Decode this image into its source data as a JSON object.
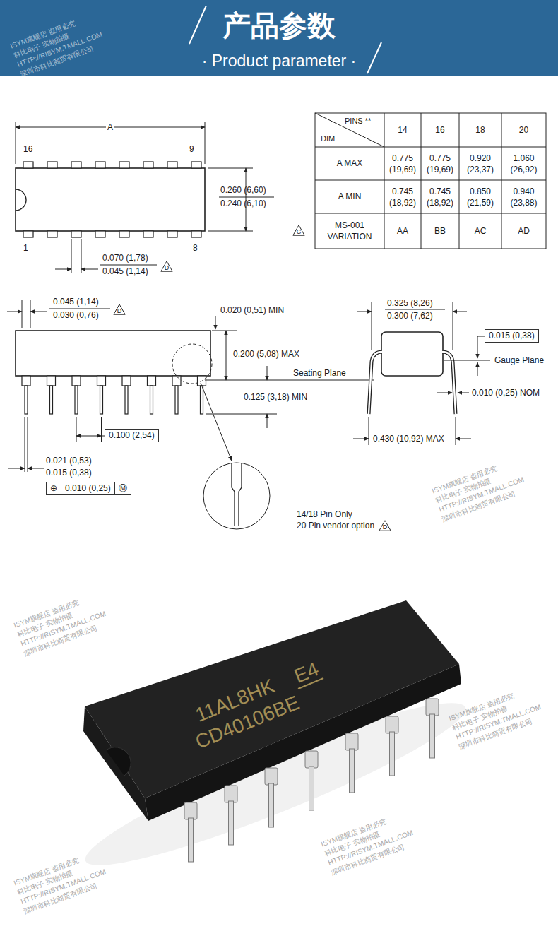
{
  "diagram": {
    "nodes": [
      {
        "text": [
          "产品参数",
          "· Product parameter ·"
        ]
      },
      {
        "text": [
          "0.100 (2,54)"
        ]
      },
      {
        "text": [
          "0.015 (0,38)"
        ]
      },
      {
        "text": [
          "⊕",
          "0.010 (0,25)",
          "Ⓜ"
        ]
      }
    ],
    "labels": [
      "A",
      "16",
      "9",
      "1",
      "8",
      "0.260 (6,60)",
      "0.240 (6,10)",
      "C",
      "0.070 (1,78)",
      "0.045 (1,14)",
      "D",
      "PINS **",
      "DIM",
      "14",
      "16",
      "18",
      "20",
      "A MAX",
      "0.775 (19,69)",
      "0.775 (19,69)",
      "0.920 (23,37)",
      "1.060 (26,92)",
      "A MIN",
      "0.745 (18,92)",
      "0.745 (18,92)",
      "0.850 (21,59)",
      "0.940 (23,88)",
      "MS-001 VARIATION",
      "AA",
      "BB",
      "AC",
      "AD",
      "0.045 (1,14)",
      "0.030 (0,76)",
      "D",
      "0.020 (0,51) MIN",
      "0.200 (5,08) MAX",
      "Seating Plane",
      "0.125 (3,18) MIN",
      "0.021 (0,53)",
      "0.015 (0,38)",
      "14/18 Pin Only",
      "20 Pin vendor option",
      "D",
      "0.325 (8,26)",
      "0.300 (7,62)",
      "Gauge Plane",
      "0.010 (0,25) NOM",
      "0.430 (10,92) MAX",
      "11AL8HK",
      "E4",
      "CD40106BE",
      "ISYM旗舰店 盗用必究",
      "科比电子 实物拍摄",
      "HTTP://RISYM.TMALL.COM",
      "深圳市科比商贸有限公司",
      "ISYM旗舰店 盗用必究",
      "科比电子 实物拍摄",
      "HTTP://RISYM.TMALL.COM",
      "深圳市科比商贸有限公司",
      "ISYM旗舰店 盗用必究",
      "科比电子 实物拍摄",
      "HTTP://RISYM.TMALL.COM",
      "深圳市科比商贸有限公司",
      "ISYM旗舰店 盗用必究",
      "科比电子 实物拍摄",
      "HTTP://RISYM.TMALL.COM",
      "深圳市科比商贸有限公司",
      "ISYM旗舰店 盗用必究",
      "科比电子 实物拍摄",
      "HTTP://RISYM.TMALL.COM",
      "深圳市科比商贸有限公司",
      "ISYM旗舰店 盗用必究",
      "科比电子 实物拍摄",
      "HTTP://RISYM.TMALL.COM",
      "深圳市科比商贸有限公司"
    ]
  }
}
